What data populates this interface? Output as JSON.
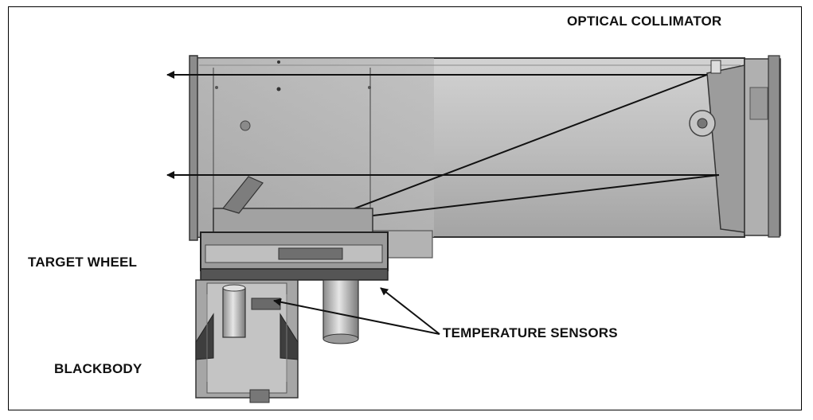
{
  "figure": {
    "labels": {
      "title": "OPTICAL COLLIMATOR",
      "target_wheel": "TARGET WHEEL",
      "temperature_sensors": "TEMPERATURE SENSORS",
      "blackbody": "BLACKBODY"
    },
    "colors": {
      "ink": "#111111",
      "body_light": "#c9c9c9",
      "body_mid": "#a9a9a9",
      "body_dark": "#6e6e6e",
      "shadow": "#4a4a4a"
    }
  }
}
